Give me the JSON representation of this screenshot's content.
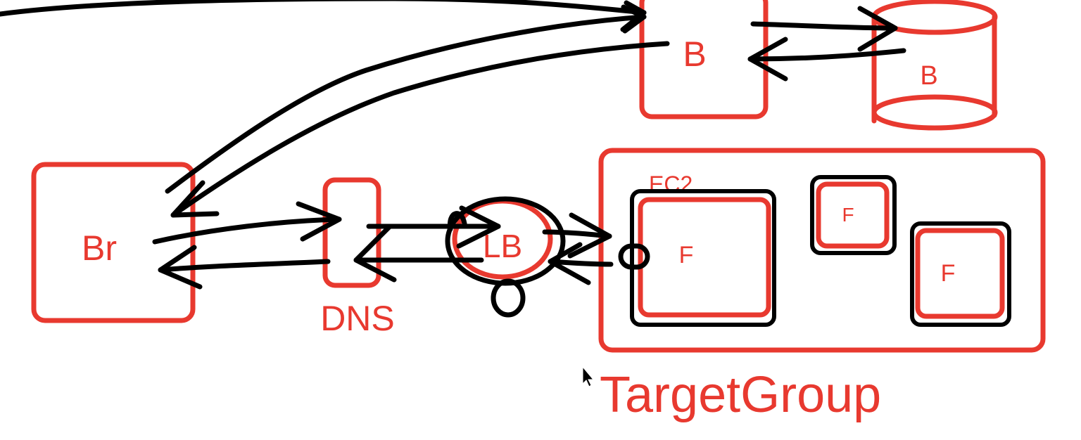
{
  "nodes": {
    "browser": "Br",
    "dns": "DNS",
    "load_balancer": "LB",
    "backend": "B",
    "database": "B",
    "ec2_label": "EC2",
    "instances": [
      "F",
      "F",
      "F"
    ],
    "target_group": "TargetGroup"
  },
  "colors": {
    "diagram_red": "#e8392f",
    "arrow_black": "#000000",
    "background": "#ffffff"
  },
  "icons": [
    "mouse-pointer-icon"
  ]
}
